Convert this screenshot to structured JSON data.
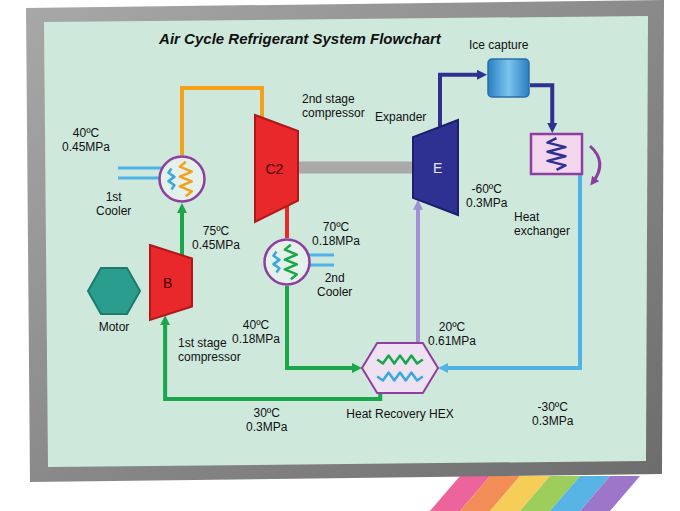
{
  "diagram": {
    "title": "Air Cycle Refrigerant System Flowchart",
    "nodes": [
      {
        "text": [
          "1st Cooler"
        ]
      },
      {
        "text": [
          "2nd stage compressor",
          "C2"
        ]
      },
      {
        "text": [
          "Expander",
          "E"
        ]
      },
      {
        "text": [
          "Ice capture"
        ]
      },
      {
        "text": [
          "Heat exchanger"
        ]
      },
      {
        "text": [
          "Motor"
        ]
      },
      {
        "text": [
          "B",
          "1st stage compressor"
        ]
      },
      {
        "text": [
          "2nd Cooler"
        ]
      },
      {
        "text": [
          "Heat Recovery HEX"
        ]
      }
    ],
    "edges": [
      {
        "from": 6,
        "to": 0,
        "arrow": "to"
      },
      {
        "from": 0,
        "to": 1,
        "arrow": "none"
      },
      {
        "from": 1,
        "to": 7,
        "arrow": "none"
      },
      {
        "from": 7,
        "to": 8,
        "arrow": "to"
      },
      {
        "from": 8,
        "to": 2,
        "arrow": "to"
      },
      {
        "from": 2,
        "to": 3,
        "arrow": "to"
      },
      {
        "from": 3,
        "to": 4,
        "arrow": "to"
      },
      {
        "from": 4,
        "to": 8,
        "arrow": "to"
      },
      {
        "from": 8,
        "to": 6,
        "arrow": "to"
      },
      {
        "from": 1,
        "to": 2,
        "arrow": "none"
      }
    ],
    "labels": [
      "40ºC 0.45MPa",
      "75ºC 0.45MPa",
      "70ºC 0.18MPa",
      "40ºC 0.18MPa",
      "20ºC 0.61MPa",
      "-60ºC 0.3MPa",
      "-30ºC 0.3MPa",
      "30ºC 0.3MPa"
    ]
  }
}
